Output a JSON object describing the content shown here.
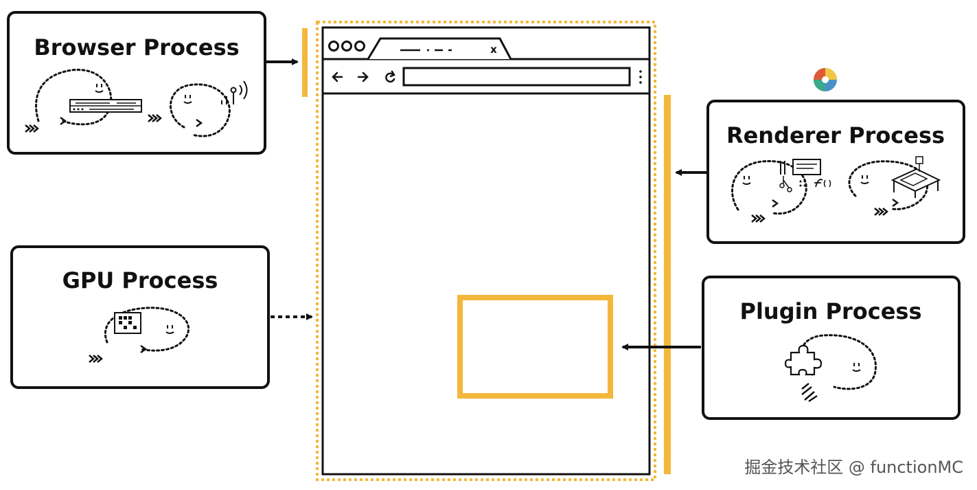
{
  "processes": {
    "browser": {
      "title": "Browser Process"
    },
    "gpu": {
      "title": "GPU Process"
    },
    "renderer": {
      "title": "Renderer Process"
    },
    "plugin": {
      "title": "Plugin Process"
    }
  },
  "browser_window": {
    "tab_close_glyph": "x",
    "nav_icons": [
      "arrow-left-icon",
      "arrow-right-icon",
      "reload-icon",
      "kebab-menu-icon"
    ]
  },
  "colors": {
    "accent": "#f3b83b",
    "ink": "#111111",
    "watermark": "#555555"
  },
  "watermark": {
    "text": "掘金技术社区 @ functionMC"
  }
}
